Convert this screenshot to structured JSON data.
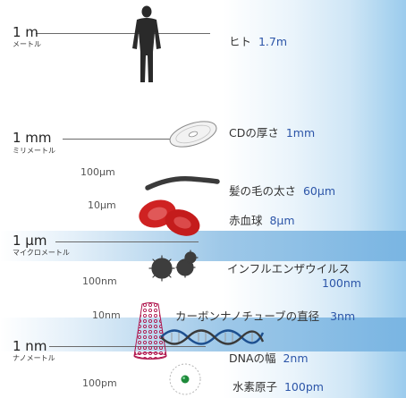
{
  "colors": {
    "background_band": "#9bcbed",
    "value_text": "#2c55a8",
    "red_blood_cell": "#cf2222",
    "virus": "#3d3d3d",
    "hair": "#3a3a3a",
    "hydrogen_nucleus": "#1e8a3a"
  },
  "scale": {
    "major": [
      {
        "value": "1 m",
        "unit": "メートル"
      },
      {
        "value": "1 mm",
        "unit": "ミリメートル"
      },
      {
        "value": "1 µm",
        "unit": "マイクロメートル"
      },
      {
        "value": "1 nm",
        "unit": "ナノメートル"
      }
    ],
    "minor": [
      "100µm",
      "10µm",
      "100nm",
      "10nm",
      "100pm"
    ]
  },
  "objects": [
    {
      "name": "ヒト",
      "size": "1.7m",
      "icon": "human-silhouette-icon"
    },
    {
      "name": "CDの厚さ",
      "size": "1mm",
      "icon": "cd-disc-icon"
    },
    {
      "name": "髪の毛の太さ",
      "size": "60µm",
      "icon": "hair-strand-icon"
    },
    {
      "name": "赤血球",
      "size": "8µm",
      "icon": "red-blood-cell-icon"
    },
    {
      "name": "インフルエンザウイルス",
      "size": "100nm",
      "icon": "influenza-virus-icon"
    },
    {
      "name": "カーボンナノチューブの直径",
      "size": "3nm",
      "icon": "carbon-nanotube-icon"
    },
    {
      "name": "DNAの幅",
      "size": "2nm",
      "icon": "dna-helix-icon"
    },
    {
      "name": "水素原子",
      "size": "100pm",
      "icon": "hydrogen-atom-icon"
    }
  ]
}
